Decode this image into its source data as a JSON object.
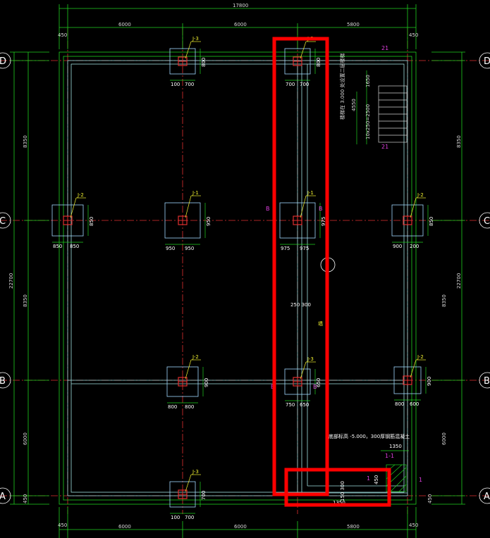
{
  "colors": {
    "background": "#000000",
    "grid_axis": "#e03030",
    "dimension": "#20d020",
    "wall": "#a0e0e0",
    "footing": "#a0d8ff",
    "text": "#ffffff",
    "label": "#f0f030",
    "magenta": "#e040e0",
    "highlight": "#ff0000"
  },
  "axes": {
    "rows": [
      "D",
      "C",
      "B",
      "A"
    ]
  },
  "dimensions": {
    "total_width": "17800",
    "top_spans": [
      "450",
      "6000",
      "6000",
      "5800",
      "450"
    ],
    "bottom_spans": [
      "450",
      "6000",
      "6000",
      "5800",
      "450"
    ],
    "left_overall": "22700",
    "left_spans": [
      "8350",
      "8350",
      "6000",
      "450"
    ],
    "right_spans": [
      "8350",
      "8350",
      "6000",
      "450"
    ]
  },
  "footings": [
    {
      "id": "J-3",
      "dims": [
        "100",
        "700"
      ],
      "side": "800"
    },
    {
      "id": "J-3",
      "dims": [
        "700",
        "700"
      ],
      "side": "800"
    },
    {
      "id": "J-2",
      "dims": [
        "850",
        "850"
      ],
      "side": "850"
    },
    {
      "id": "J-1",
      "dims": [
        "950",
        "950"
      ],
      "side": "950"
    },
    {
      "id": "J-1",
      "dims": [
        "975",
        "975"
      ],
      "side": "975"
    },
    {
      "id": "J-2",
      "dims": [
        "900",
        "200"
      ],
      "side": "850"
    },
    {
      "id": "J-2",
      "dims": [
        "800",
        "800"
      ],
      "side": "900"
    },
    {
      "id": "J-3",
      "dims": [
        "750",
        "650"
      ],
      "side": "650"
    },
    {
      "id": "J-2",
      "dims": [
        "800",
        "600"
      ],
      "side": "900"
    },
    {
      "id": "J-3",
      "dims": [
        "100",
        "700"
      ],
      "side": "700"
    }
  ],
  "stair": {
    "label_top": "21",
    "label_bottom": "21",
    "dim_1": "1650",
    "dim_2": "4550",
    "dim_3": "10x250=2500",
    "note": "楼梯在 3.000 处设置二层楼梯"
  },
  "annotations": {
    "wall_dim": "250  300",
    "wall_label": "墙",
    "bottom_note": "底部标高 -5.000，300厚钢筋混凝土",
    "dim_1350": "1350",
    "dim_150_300": "150  300",
    "detail_mark": "1-1",
    "mark_1": "1",
    "mark_1b": "1",
    "mark_b1": "B",
    "mark_b2": "B",
    "mark_b3": "B",
    "mark_b4": "B",
    "dim_450": "450",
    "dim_1350b": "1350"
  }
}
